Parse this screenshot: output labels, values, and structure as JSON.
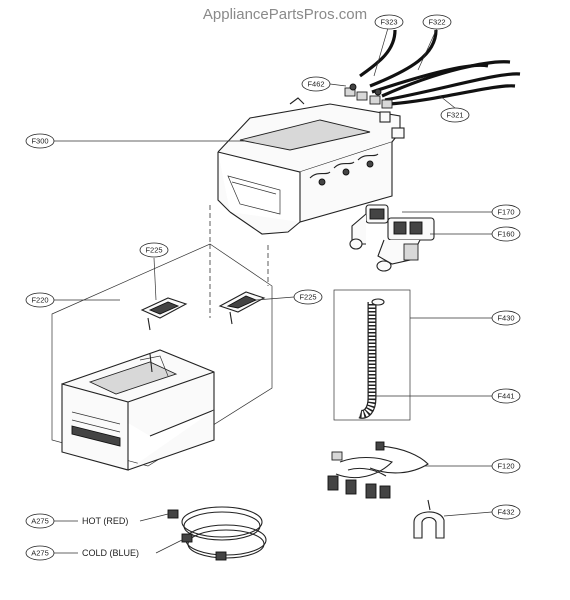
{
  "watermark": "AppliancePartsPros.com",
  "parts": {
    "f323": "F323",
    "f322": "F322",
    "f462": "F462",
    "f321": "F321",
    "f300": "F300",
    "f170": "F170",
    "f160": "F160",
    "f225_top": "F225",
    "f225_right": "F225",
    "f220": "F220",
    "f430": "F430",
    "f441": "F441",
    "f120": "F120",
    "f432": "F432",
    "a275_hot": "A275",
    "a275_cold": "A275"
  },
  "hoses": {
    "hot": "HOT (RED)",
    "cold": "COLD (BLUE)"
  }
}
